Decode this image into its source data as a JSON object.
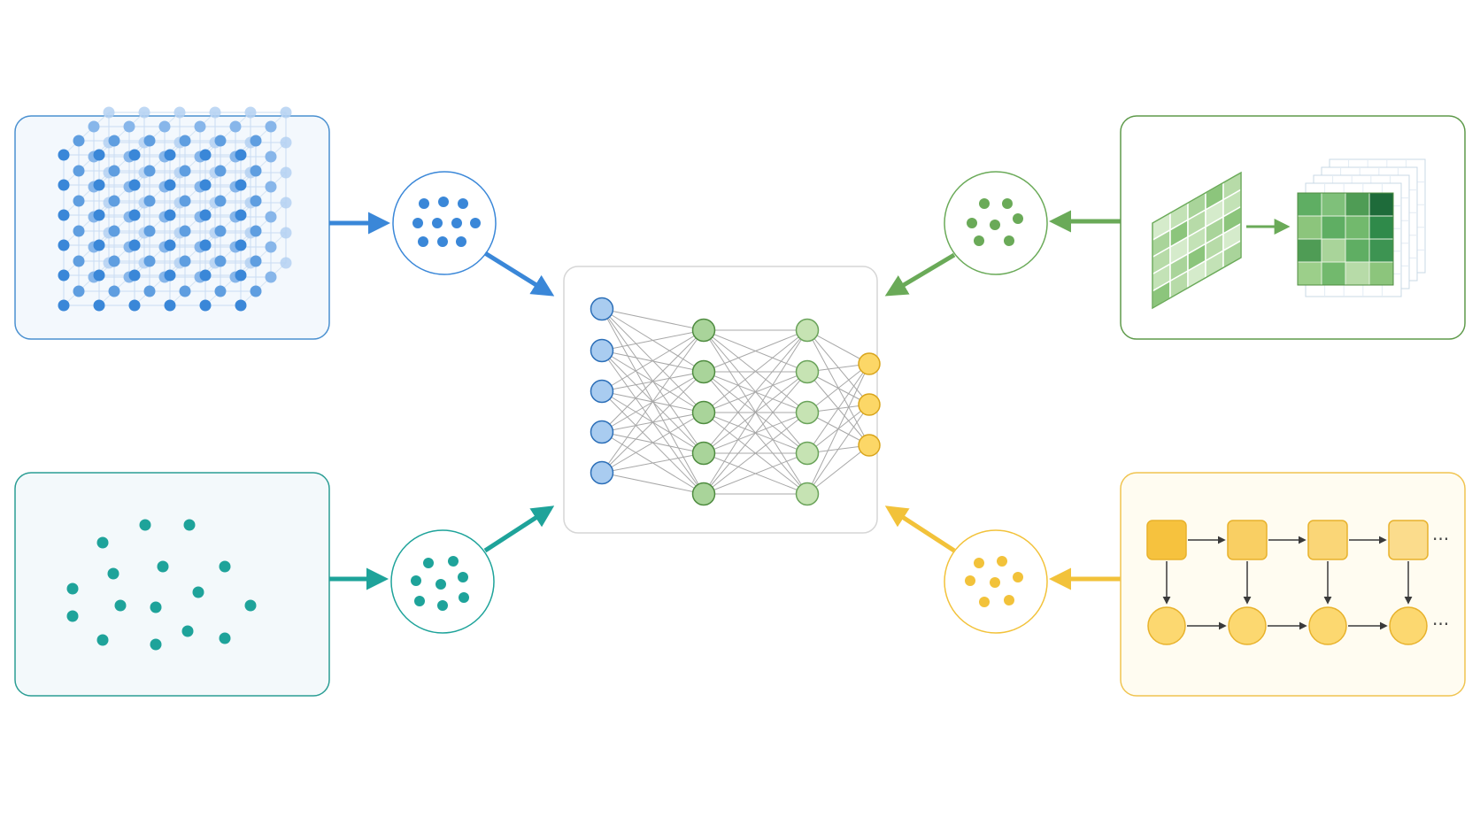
{
  "colors": {
    "blue": "#3a87d8",
    "blue_light": "#9cc3ee",
    "teal": "#1ea39a",
    "green": "#6aaa58",
    "green_mid": "#a9d194",
    "yellow": "#f2c23a",
    "yellow_light": "#fbe39a",
    "net_edge": "#a8a8a8",
    "panel_border_net": "#d6d6d6",
    "node_dark": "#3a3a3a"
  },
  "icons": {
    "lattice_panel": "3d-lattice-grid-icon",
    "point_cloud_panel": "scattered-points-icon",
    "image_panel": "convolution-feature-maps-icon",
    "sequence_panel": "recurrent-sequence-icon",
    "embedding": "point-embedding-circle-icon",
    "network": "neural-network-icon"
  },
  "network": {
    "layers": [
      {
        "count": 5,
        "color": "blue"
      },
      {
        "count": 5,
        "color": "green"
      },
      {
        "count": 5,
        "color": "green_mid"
      },
      {
        "count": 3,
        "color": "yellow"
      }
    ]
  },
  "sequence": {
    "ellipsis_top": "···",
    "ellipsis_bottom": "···"
  }
}
